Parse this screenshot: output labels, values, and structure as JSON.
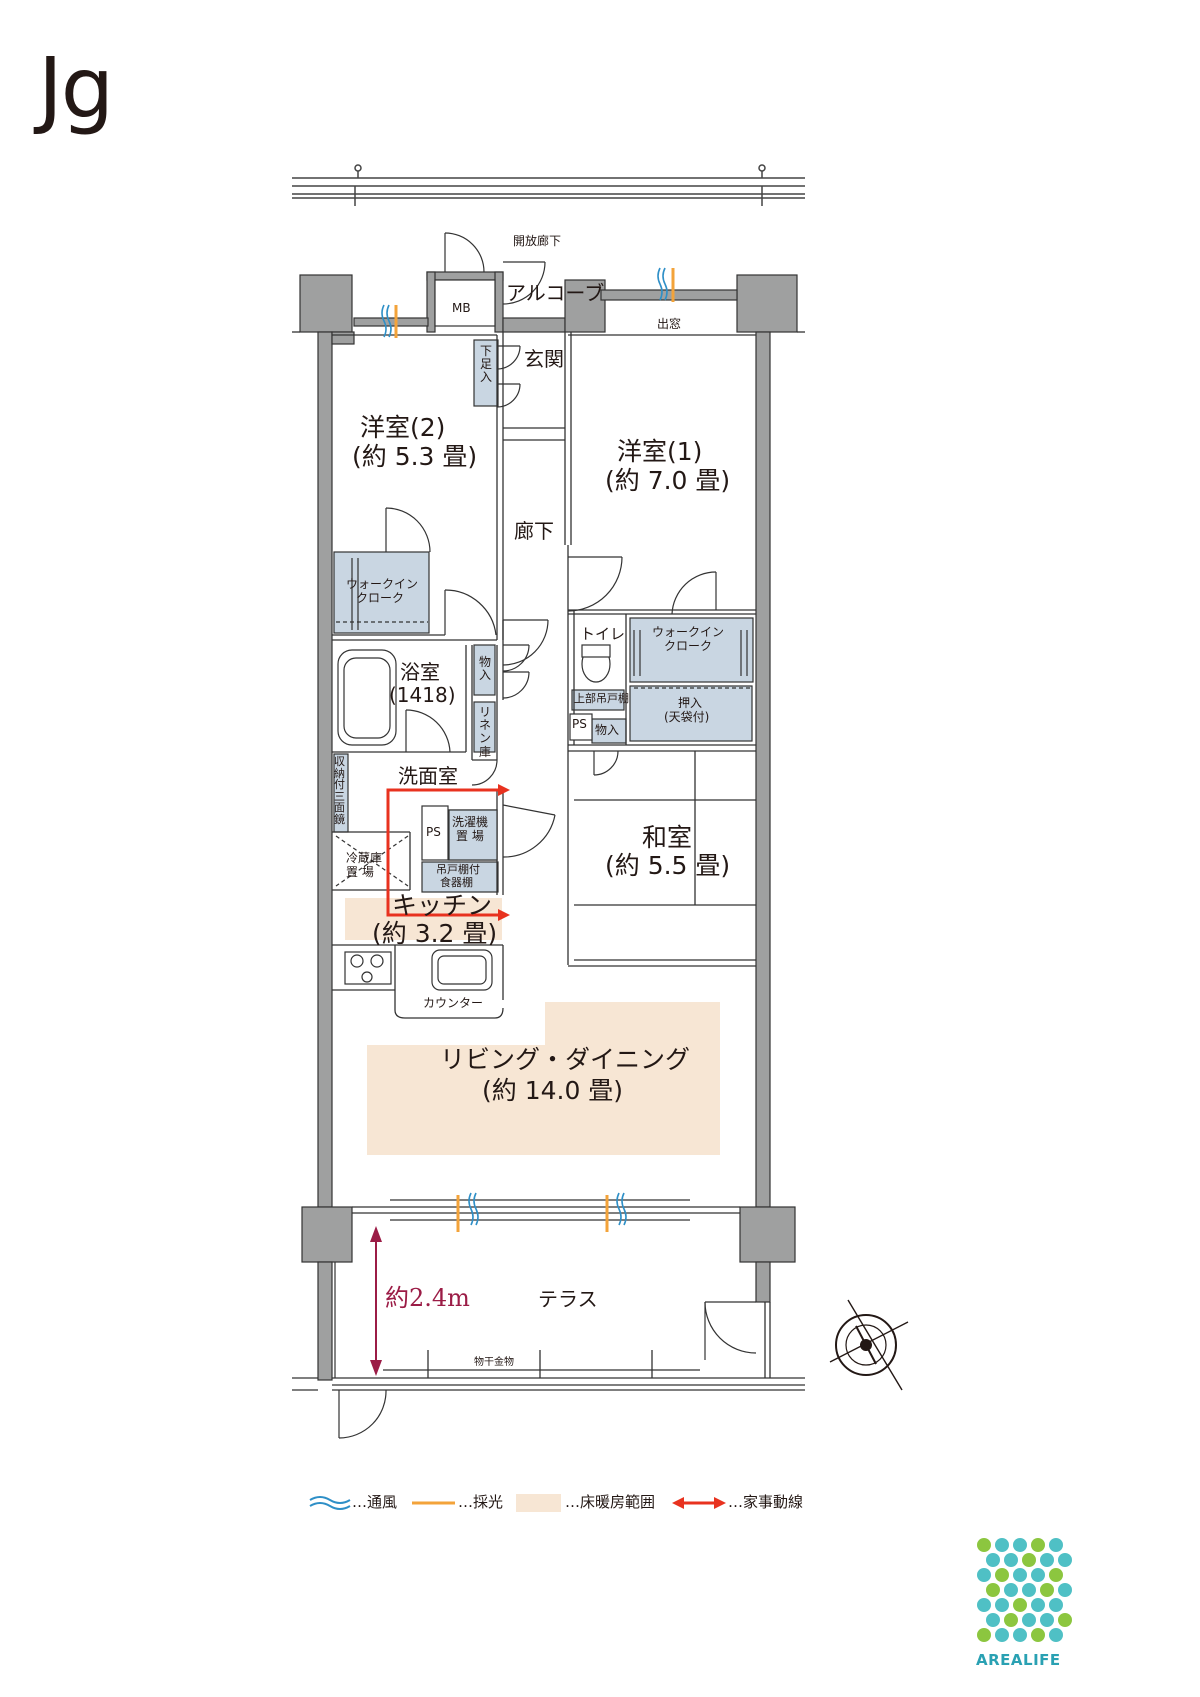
{
  "title": "Jg",
  "rooms": {
    "western2_name": "洋室(2)",
    "western2_area": "(約 5.3 畳)",
    "western1_name": "洋室(1)",
    "western1_area": "(約 7.0 畳)",
    "japanese_name": "和室",
    "japanese_area": "(約 5.5 畳)",
    "kitchen_name": "キッチン",
    "kitchen_area": "(約 3.2 畳)",
    "living_name": "リビング・ダイニング",
    "living_area": "(約 14.0 畳)",
    "bath_name": "浴室",
    "bath_size": "(1418)",
    "washroom": "洗面室",
    "hallway": "廊下",
    "entrance": "玄関",
    "toilet": "トイレ",
    "terrace": "テラス",
    "alcove": "アルコーブ",
    "open_corridor": "開放廊下",
    "bay_window": "出窓"
  },
  "storage": {
    "mb": "MB",
    "shoe_box": "下足入",
    "walkin2_line1": "ウォークイン",
    "walkin2_line2": "クローク",
    "walkin1_line1": "ウォークイン",
    "walkin1_line2": "クローク",
    "storage_bath": "物入",
    "linen": "リネン庫",
    "storage_toilet": "物入",
    "oshiire_line1": "押入",
    "oshiire_line2": "(天袋付)",
    "upper_shelf": "上部吊戸棚",
    "ps1": "PS",
    "ps2": "PS",
    "washer_line1": "洗濯機",
    "washer_line2": "置 場",
    "hanging_shelf_line1": "吊戸棚付",
    "hanging_shelf_line2": "食器棚",
    "fridge_line1": "冷蔵庫",
    "fridge_line2": "置 場",
    "vanity": "収納付三面鏡",
    "counter": "カウンター",
    "clothes_hanger": "物干金物"
  },
  "dimension_label": "約2.4m",
  "legend": {
    "ventilation": "…通風",
    "daylight": "…採光",
    "floor_heating": "…床暖房範囲",
    "housework": "…家事動線"
  },
  "brand": "AREALIFE",
  "colors": {
    "wall": "#9fa0a0",
    "storage": "#c9d6e2",
    "floor_heating": "#f7e6d4",
    "housework": "#e8321f",
    "daylight": "#f3a33a",
    "ventilation": "#2e8fc7",
    "dimension": "#9b1c46",
    "brand_teal": "#4fc0c5",
    "brand_green": "#8cc63f"
  }
}
